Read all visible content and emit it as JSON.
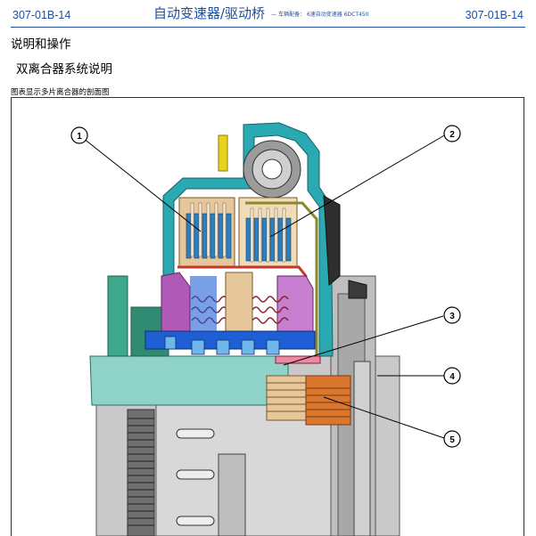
{
  "header": {
    "left_code": "307-01B-14",
    "title": "自动变速器/驱动桥",
    "subtitle": "— 车辆配备： 6速自动变速器 6DCT450",
    "right_code": "307-01B-14"
  },
  "section": {
    "title": "说明和操作",
    "subtitle": "双离合器系统说明",
    "figure_caption": "图表显示多片离合器的剖面图"
  },
  "figure": {
    "callouts": [
      {
        "label": "1"
      },
      {
        "label": "2"
      },
      {
        "label": "3"
      },
      {
        "label": "4"
      },
      {
        "label": "5"
      }
    ],
    "colors": {
      "housing_teal": "#2aa9b3",
      "clutch_blue": "#2b7fc2",
      "piston_purple": "#b05ab8",
      "plate_tan": "#e6c79b",
      "oil_channel_blue": "#1f5fd6",
      "hub_mint": "#8fd3c8",
      "gear_orange": "#d9772e",
      "casing_gray": "#9b9b9b",
      "seal_yellow": "#e8d21c",
      "carrier_red": "#c0392b"
    }
  }
}
